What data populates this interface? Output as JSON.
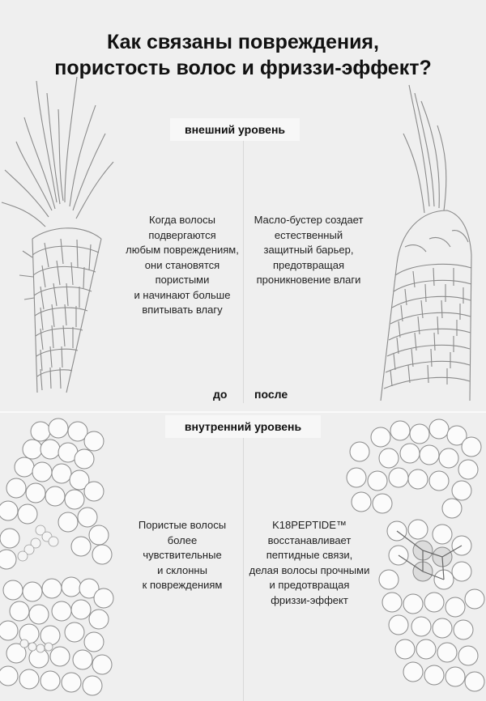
{
  "title": {
    "line1": "Как связаны повреждения,",
    "line2": "пористость волос и фриззи-эффект?"
  },
  "sections": {
    "outer": {
      "label": "внешний уровень",
      "before_text": [
        "Когда волосы",
        "подвергаются",
        "любым повреждениям,",
        "они становятся",
        "пористыми",
        "и начинают больше",
        "впитывать влагу"
      ],
      "after_text": [
        "Масло-бустер создает",
        "естественный",
        "защитный барьер,",
        "предотвращая",
        "проникновение влаги"
      ]
    },
    "inner": {
      "label": "внутренний уровень",
      "before_text": [
        "Пористые волосы",
        "более",
        "чувствительные",
        "и склонны",
        "к повреждениям"
      ],
      "after_text": [
        "K18PEPTIDE™",
        "восстанавливает",
        "пептидные связи,",
        "делая волосы прочными",
        "и предотвращая",
        "фриззи-эффект"
      ]
    }
  },
  "tags": {
    "before": "до",
    "after": "после"
  },
  "icons": {
    "damaged_hair": "damaged-hair-strand-illustration",
    "healthy_hair": "healthy-hair-strand-illustration",
    "damaged_chain": "broken-peptide-chain-illustration",
    "repaired_chain": "repaired-peptide-chain-illustration"
  },
  "colors": {
    "background": "#efefef",
    "pill": "#f7f7f7",
    "text": "#111111",
    "outline": "#8a8a8a"
  }
}
